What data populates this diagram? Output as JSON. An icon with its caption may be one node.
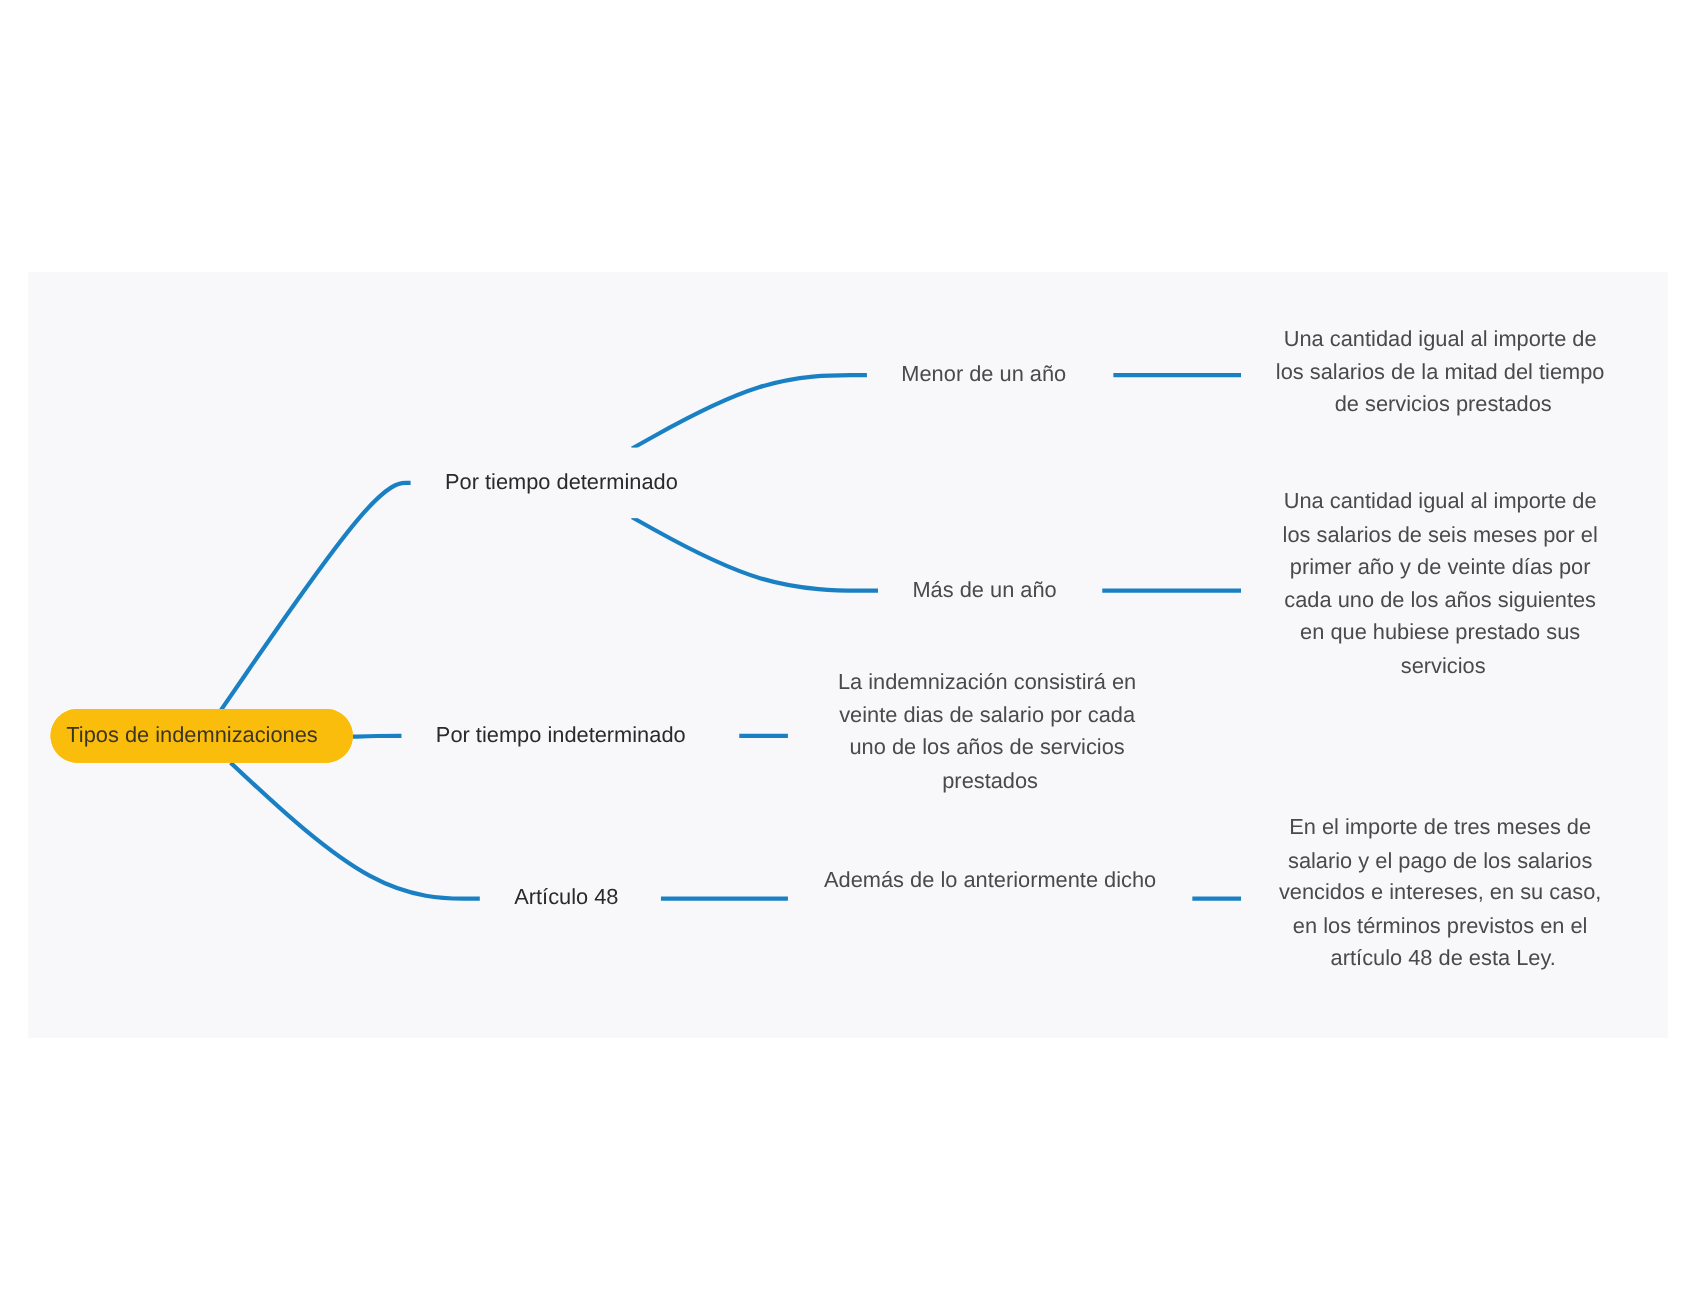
{
  "diagram": {
    "nodes": [
      {
        "text": [
          "Tipos de indemnizaciones"
        ]
      },
      {
        "text": [
          "Por tiempo determinado"
        ]
      },
      {
        "text": [
          "Menor de un año"
        ]
      },
      {
        "text": [
          "Una cantidad igual al importe de los salarios de la mitad del tiempo de servicios prestados"
        ]
      },
      {
        "text": [
          "Más de un año"
        ]
      },
      {
        "text": [
          "Una cantidad igual al importe de los salarios de seis meses por el primer año y de veinte días por cada uno de los años siguientes en que hubiese prestado sus servicios"
        ]
      },
      {
        "text": [
          "Por tiempo indeterminado"
        ]
      },
      {
        "text": [
          "La indemnización consistirá en veinte dias de salario por cada uno de los años de servicios prestados"
        ]
      },
      {
        "text": [
          "Artículo 48"
        ]
      },
      {
        "text": [
          "Además de lo anteriormente dicho"
        ]
      },
      {
        "text": [
          "En el importe de tres meses de salario y el pago de los salarios vencidos e intereses, en su caso, en los términos previstos en el artículo 48 de esta Ley."
        ]
      }
    ],
    "edges": [
      {
        "from": 0,
        "to": 1,
        "arrow": "none"
      },
      {
        "from": 1,
        "to": 2,
        "arrow": "none"
      },
      {
        "from": 2,
        "to": 3,
        "arrow": "none"
      },
      {
        "from": 1,
        "to": 4,
        "arrow": "none"
      },
      {
        "from": 4,
        "to": 5,
        "arrow": "none"
      },
      {
        "from": 0,
        "to": 6,
        "arrow": "none"
      },
      {
        "from": 6,
        "to": 7,
        "arrow": "none"
      },
      {
        "from": 0,
        "to": 8,
        "arrow": "none"
      },
      {
        "from": 8,
        "to": 9,
        "arrow": "none"
      },
      {
        "from": 9,
        "to": 10,
        "arrow": "none"
      }
    ]
  }
}
